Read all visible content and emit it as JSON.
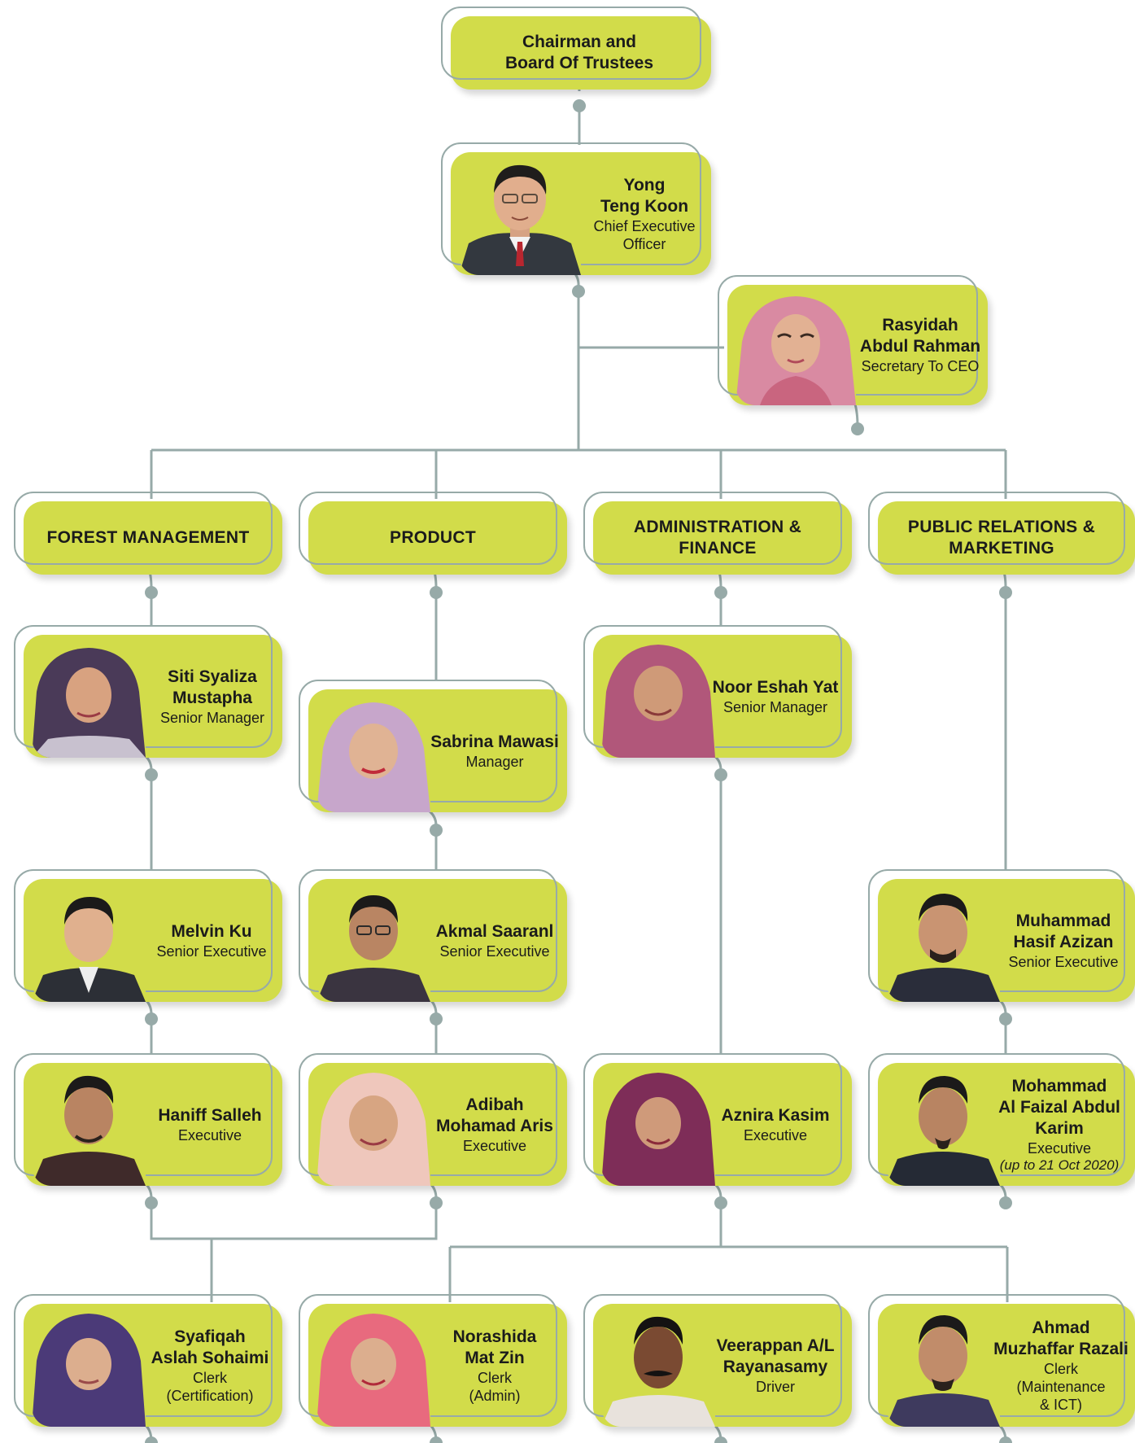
{
  "colors": {
    "card": "#d2dc4a",
    "line": "#97aaa8",
    "frame": "#97aaa8",
    "text": "#1b1b1b"
  },
  "board": {
    "title": "Chairman and\nBoard Of Trustees"
  },
  "ceo": {
    "name": "Yong\nTeng Koon",
    "role": "Chief Executive\nOfficer"
  },
  "secretary": {
    "name": "Rasyidah\nAbdul Rahman",
    "role": "Secretary To CEO"
  },
  "departments": {
    "forest": "FOREST MANAGEMENT",
    "product": "PRODUCT",
    "admin": "ADMINISTRATION &\nFINANCE",
    "pr": "PUBLIC RELATIONS &\nMARKETING"
  },
  "staff": {
    "siti": {
      "name": "Siti Syaliza\nMustapha",
      "role": "Senior Manager"
    },
    "sabrina": {
      "name": "Sabrina Mawasi",
      "role": "Manager"
    },
    "noor": {
      "name": "Noor Eshah Yat",
      "role": "Senior Manager"
    },
    "melvin": {
      "name": "Melvin Ku",
      "role": "Senior Executive"
    },
    "akmal": {
      "name": "Akmal Saaranl",
      "role": "Senior Executive"
    },
    "hasif": {
      "name": "Muhammad\nHasif Azizan",
      "role": "Senior Executive"
    },
    "haniff": {
      "name": "Haniff Salleh",
      "role": "Executive"
    },
    "adibah": {
      "name": "Adibah\nMohamad Aris",
      "role": "Executive"
    },
    "aznira": {
      "name": "Aznira Kasim",
      "role": "Executive"
    },
    "faizal": {
      "name": "Mohammad\nAl Faizal Abdul\nKarim",
      "role": "Executive",
      "note": "(up to 21 Oct 2020)"
    },
    "syafiqah": {
      "name": "Syafiqah\nAslah Sohaimi",
      "role": "Clerk\n(Certification)"
    },
    "norashida": {
      "name": "Norashida\nMat Zin",
      "role": "Clerk\n(Admin)"
    },
    "veerappan": {
      "name": "Veerappan A/L\nRayanasamy",
      "role": "Driver"
    },
    "ahmad": {
      "name": "Ahmad\nMuzhaffar Razali",
      "role": "Clerk\n(Maintenance\n& ICT)"
    }
  }
}
